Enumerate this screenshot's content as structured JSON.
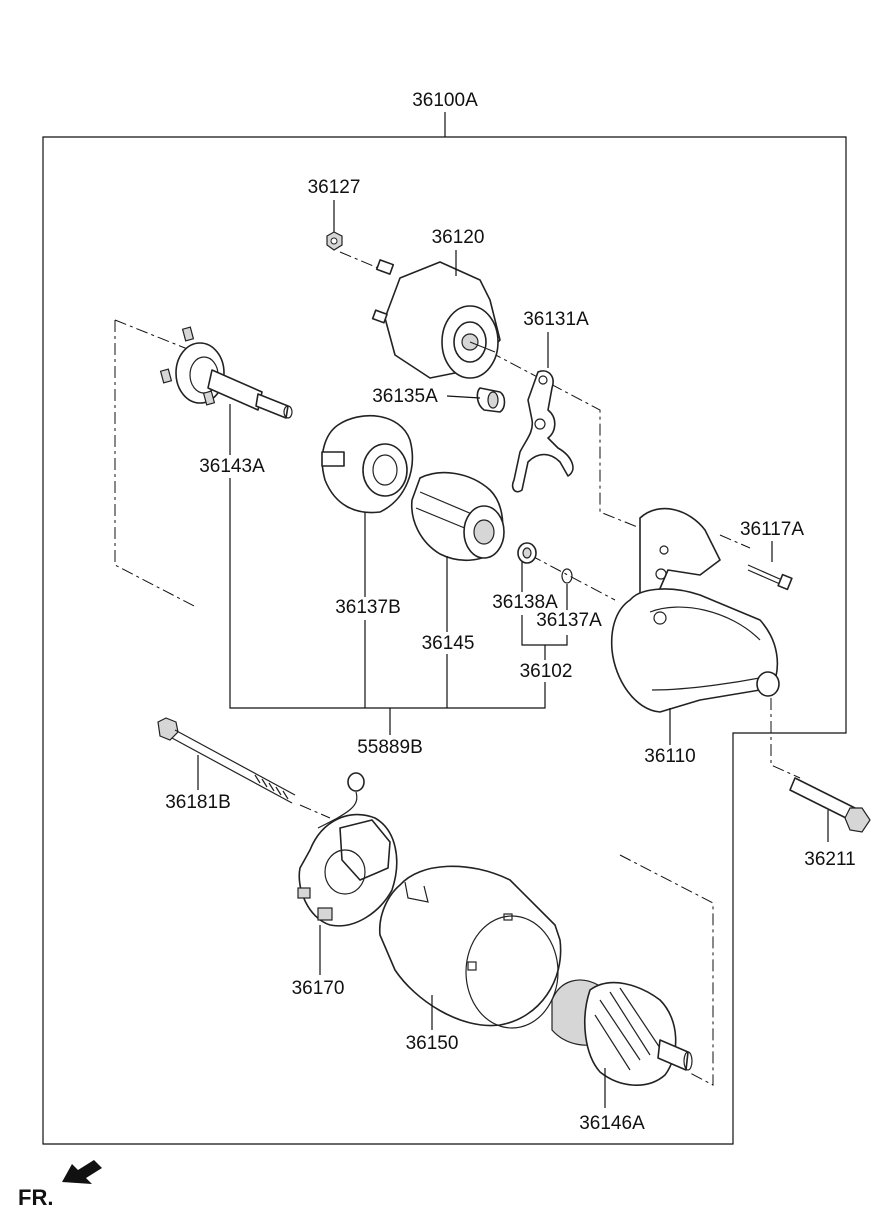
{
  "diagram": {
    "assembly_label": "36100A",
    "orientation_label": "FR.",
    "labels": {
      "p36127": "36127",
      "p36120": "36120",
      "p36131A": "36131A",
      "p36135A": "36135A",
      "p36143A": "36143A",
      "p36137B": "36137B",
      "p36145": "36145",
      "p36138A": "36138A",
      "p36137A": "36137A",
      "p36102": "36102",
      "p36117A": "36117A",
      "p36110": "36110",
      "p55889B": "55889B",
      "p36181B": "36181B",
      "p36211": "36211",
      "p36170": "36170",
      "p36150": "36150",
      "p36146A": "36146A"
    }
  }
}
